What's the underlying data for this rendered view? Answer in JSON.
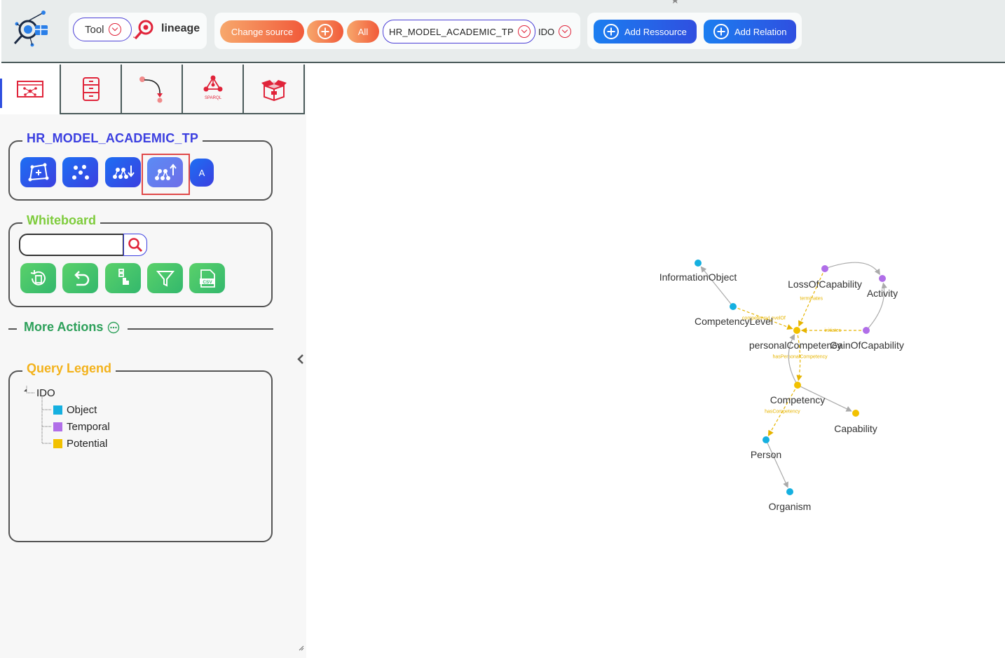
{
  "toolbar": {
    "tool_label": "Tool",
    "lineage_label": "lineage",
    "change_source_label": "Change source",
    "all_label": "All",
    "source_value": "HR_MODEL_ACADEMIC_TP",
    "ido_value": "IDO",
    "add_resource_label": "Add Ressource",
    "add_relation_label": "Add Relation"
  },
  "colors": {
    "object": "#15b0e0",
    "temporal": "#b06ee8",
    "potential": "#f2c100",
    "accent_blue": "#3b3fe0",
    "accent_green": "#7ecc3c",
    "accent_orange": "#f3b21b",
    "edge_dashed": "#e6b400",
    "edge_solid": "#aaaaaa"
  },
  "tabs": [
    {
      "name": "graph-tab",
      "icon": "graph-icon"
    },
    {
      "name": "database-tab",
      "icon": "database-icon"
    },
    {
      "name": "lineage-tab",
      "icon": "path-icon"
    },
    {
      "name": "sparql-tab",
      "icon": "sparql-icon",
      "text": "SPARQL"
    },
    {
      "name": "box-tab",
      "icon": "box-icon"
    }
  ],
  "model_panel": {
    "title": "HR_MODEL_ACADEMIC_TP",
    "a_label": "A"
  },
  "whiteboard": {
    "title": "Whiteboard",
    "search_value": "",
    "csv_text": "CSV"
  },
  "more_actions": {
    "label": "More Actions"
  },
  "query_legend": {
    "title": "Query Legend",
    "root": "IDO",
    "items": [
      {
        "label": "Object",
        "color": "#15b0e0"
      },
      {
        "label": "Temporal",
        "color": "#b06ee8"
      },
      {
        "label": "Potential",
        "color": "#f2c100"
      }
    ]
  },
  "graph": {
    "nodes": [
      {
        "id": "InformationObject",
        "label": "InformationObject",
        "type": "object"
      },
      {
        "id": "CompetencyLevel",
        "label": "CompetencyLevel",
        "type": "object"
      },
      {
        "id": "LossOfCapability",
        "label": "LossOfCapability",
        "type": "temporal"
      },
      {
        "id": "Activity",
        "label": "Activity",
        "type": "temporal"
      },
      {
        "id": "GainOfCapability",
        "label": "GainOfCapability",
        "type": "temporal"
      },
      {
        "id": "personalCompetency",
        "label": "personalCompetency",
        "type": "potential"
      },
      {
        "id": "Competency",
        "label": "Competency",
        "type": "potential"
      },
      {
        "id": "Capability",
        "label": "Capability",
        "type": "potential"
      },
      {
        "id": "Person",
        "label": "Person",
        "type": "object"
      },
      {
        "id": "Organism",
        "label": "Organism",
        "type": "object"
      }
    ],
    "edges": [
      {
        "from": "CompetencyLevel",
        "to": "InformationObject",
        "style": "solid",
        "label": ""
      },
      {
        "from": "CompetencyLevel",
        "to": "personalCompetency",
        "style": "dashed",
        "label": "competencyLevelOf"
      },
      {
        "from": "LossOfCapability",
        "to": "personalCompetency",
        "style": "dashed",
        "label": "terminates"
      },
      {
        "from": "LossOfCapability",
        "to": "Activity",
        "style": "solid",
        "label": ""
      },
      {
        "from": "GainOfCapability",
        "to": "Activity",
        "style": "solid",
        "label": ""
      },
      {
        "from": "GainOfCapability",
        "to": "personalCompetency",
        "style": "dashed",
        "label": "initiates"
      },
      {
        "from": "personalCompetency",
        "to": "Competency",
        "style": "dashed",
        "label": "hasPersonalCompetency"
      },
      {
        "from": "Competency",
        "to": "personalCompetency",
        "style": "solid",
        "label": ""
      },
      {
        "from": "Competency",
        "to": "Capability",
        "style": "solid",
        "label": ""
      },
      {
        "from": "Competency",
        "to": "Person",
        "style": "dashed",
        "label": "hasCompetency"
      },
      {
        "from": "Person",
        "to": "Organism",
        "style": "solid",
        "label": ""
      }
    ]
  }
}
